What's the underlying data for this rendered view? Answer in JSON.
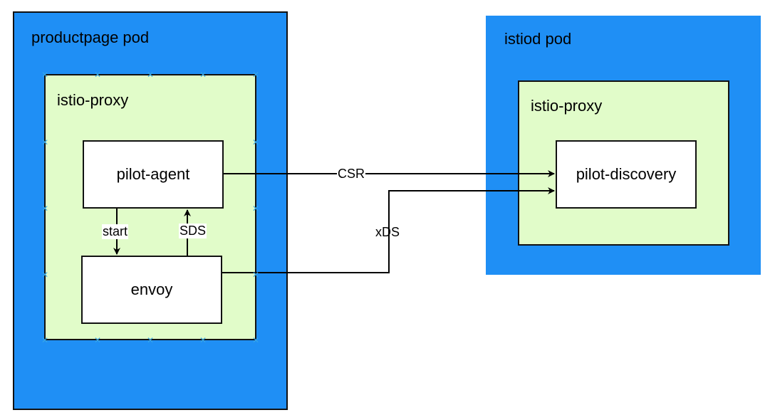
{
  "colors": {
    "pod_fill": "#1f8ff5",
    "container_fill": "#e1fcc9",
    "stroke": "#111111",
    "box_fill": "#ffffff",
    "handle": "#38a7e6"
  },
  "productpage_pod": {
    "title": "productpage pod",
    "container": {
      "title": "istio-proxy",
      "pilot_agent": "pilot-agent",
      "envoy": "envoy"
    }
  },
  "istiod_pod": {
    "title": "istiod pod",
    "container": {
      "title": "istio-proxy",
      "pilot_discovery": "pilot-discovery"
    }
  },
  "edges": {
    "start": "start",
    "sds": "SDS",
    "csr": "CSR",
    "xds": "xDS"
  },
  "selection_handle_icon": "x-mark-icon"
}
